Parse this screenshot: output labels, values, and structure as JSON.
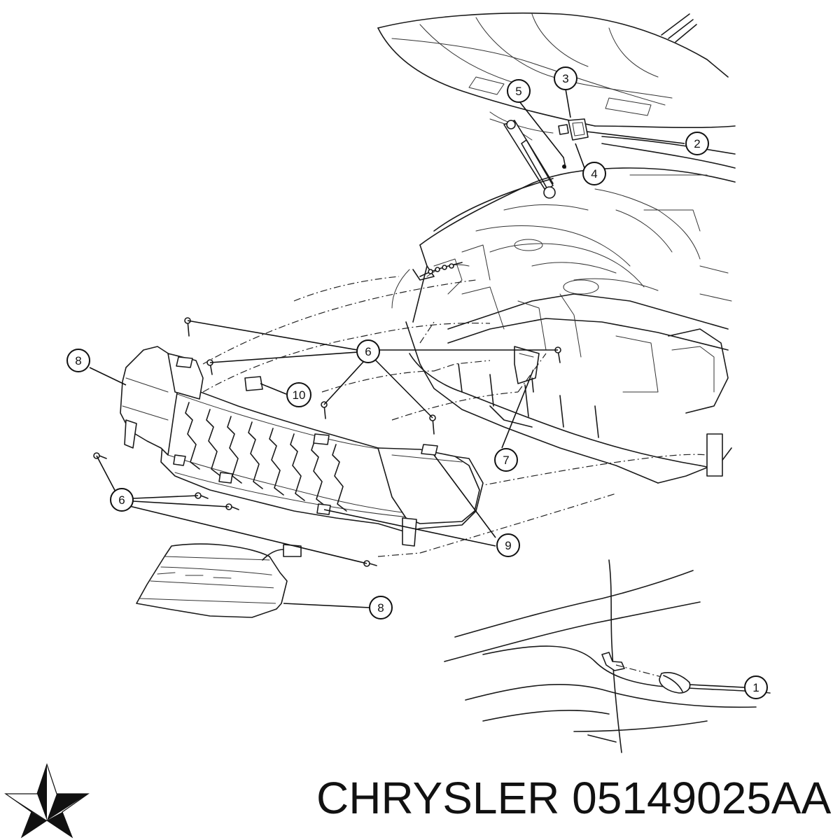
{
  "caption": {
    "brand": "CHRYSLER",
    "part_number": "05149025AA"
  },
  "callouts": {
    "c1": "1",
    "c2": "2",
    "c3": "3",
    "c4": "4",
    "c5": "5",
    "c6a": "6",
    "c6b": "6",
    "c7": "7",
    "c8a": "8",
    "c8b": "8",
    "c9": "9",
    "c10": "10"
  },
  "logo": {
    "icon": "pentastar-logo-icon"
  }
}
